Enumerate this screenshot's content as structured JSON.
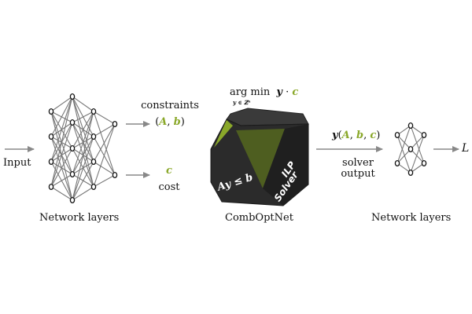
{
  "input_label": "Input",
  "left_network_label": "Network layers",
  "constraints": {
    "word": "constraints",
    "paren_open": "(",
    "A": "A",
    "comma": ", ",
    "b": "b",
    "paren_close": ")"
  },
  "cost": {
    "symbol": "c",
    "word": "cost"
  },
  "objective": {
    "argmin": "arg min",
    "subscript": "y ∈ ℤⁿ",
    "y": "y",
    "dot": " · ",
    "c": "c"
  },
  "cube": {
    "face_left": "Ay ≤ b",
    "face_right_line1": "ILP",
    "face_right_line2": "Solver",
    "caption": "CombOptNet"
  },
  "solver_output": {
    "y": "y",
    "open": "(",
    "A": "A",
    "comma1": ", ",
    "b": "b",
    "comma2": ", ",
    "c": "c",
    "close": ")",
    "line1": "solver",
    "line2": "output"
  },
  "right_network_label": "Network layers",
  "loss_label": "L",
  "colors": {
    "accent_green": "#8aa82a",
    "cube_dark": "#2b2b2b",
    "cube_face_green": "#4e5e20",
    "arrow_gray": "#888888"
  }
}
